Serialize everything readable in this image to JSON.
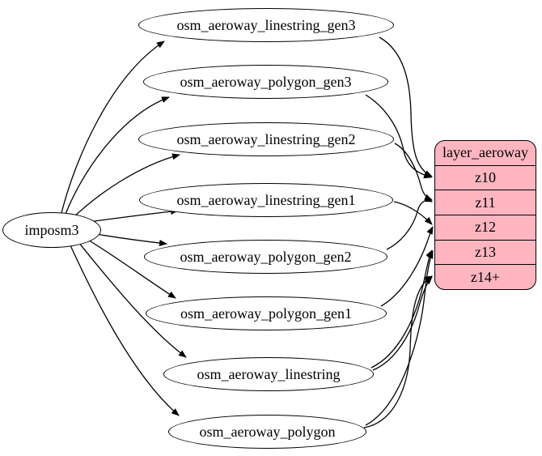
{
  "diagram": {
    "background_color": "#ffffff",
    "edge_color": "#000000",
    "source": {
      "label": "imposm3"
    },
    "tables": [
      {
        "label": "osm_aeroway_linestring_gen3"
      },
      {
        "label": "osm_aeroway_polygon_gen3"
      },
      {
        "label": "osm_aeroway_linestring_gen2"
      },
      {
        "label": "osm_aeroway_linestring_gen1"
      },
      {
        "label": "osm_aeroway_polygon_gen2"
      },
      {
        "label": "osm_aeroway_polygon_gen1"
      },
      {
        "label": "osm_aeroway_linestring"
      },
      {
        "label": "osm_aeroway_polygon"
      }
    ],
    "layer": {
      "title": "layer_aeroway",
      "zoom_rows": [
        "z10",
        "z11",
        "z12",
        "z13",
        "z14+"
      ],
      "fill_color": "#FFB6C1",
      "border_color": "#000000",
      "text_color": "#000000"
    },
    "edges": [
      {
        "from": "imposm3",
        "to": "osm_aeroway_linestring_gen3"
      },
      {
        "from": "imposm3",
        "to": "osm_aeroway_polygon_gen3"
      },
      {
        "from": "imposm3",
        "to": "osm_aeroway_linestring_gen2"
      },
      {
        "from": "imposm3",
        "to": "osm_aeroway_linestring_gen1"
      },
      {
        "from": "imposm3",
        "to": "osm_aeroway_polygon_gen2"
      },
      {
        "from": "imposm3",
        "to": "osm_aeroway_polygon_gen1"
      },
      {
        "from": "imposm3",
        "to": "osm_aeroway_linestring"
      },
      {
        "from": "imposm3",
        "to": "osm_aeroway_polygon"
      },
      {
        "from": "osm_aeroway_linestring_gen3",
        "to": "layer_aeroway.z10"
      },
      {
        "from": "osm_aeroway_polygon_gen3",
        "to": "layer_aeroway.z10"
      },
      {
        "from": "osm_aeroway_linestring_gen2",
        "to": "layer_aeroway.z11"
      },
      {
        "from": "osm_aeroway_polygon_gen2",
        "to": "layer_aeroway.z11"
      },
      {
        "from": "osm_aeroway_linestring_gen1",
        "to": "layer_aeroway.z12"
      },
      {
        "from": "osm_aeroway_polygon_gen1",
        "to": "layer_aeroway.z12"
      },
      {
        "from": "osm_aeroway_linestring",
        "to": "layer_aeroway.z13"
      },
      {
        "from": "osm_aeroway_linestring",
        "to": "layer_aeroway.z14+"
      },
      {
        "from": "osm_aeroway_polygon",
        "to": "layer_aeroway.z13"
      },
      {
        "from": "osm_aeroway_polygon",
        "to": "layer_aeroway.z14+"
      }
    ]
  }
}
